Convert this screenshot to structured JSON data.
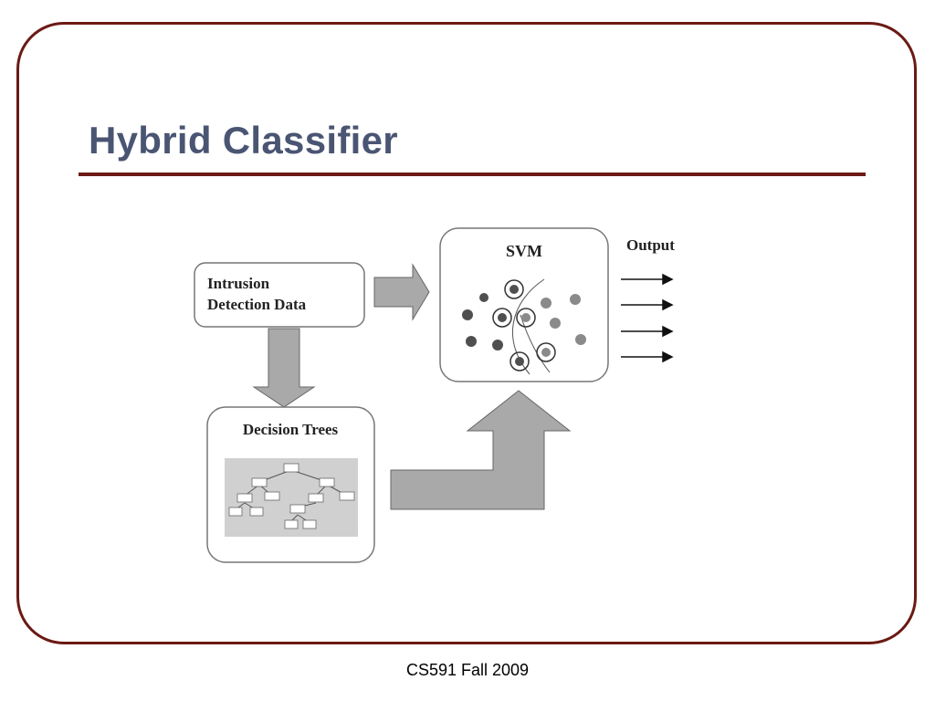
{
  "slide": {
    "title": "Hybrid Classifier",
    "footer": "CS591 Fall 2009",
    "accent_color": "#6b1a14",
    "title_color": "#4a5573"
  },
  "diagram": {
    "input_box": {
      "line1": "Intrusion",
      "line2": "Detection Data"
    },
    "svm_box": {
      "label": "SVM"
    },
    "output_label": "Output",
    "tree_box": {
      "label": "Decision Trees"
    },
    "icons": [
      "arrow-right-icon",
      "arrow-down-icon",
      "arrow-up-bent-icon",
      "decision-tree-icon",
      "scatter-points-icon"
    ]
  }
}
